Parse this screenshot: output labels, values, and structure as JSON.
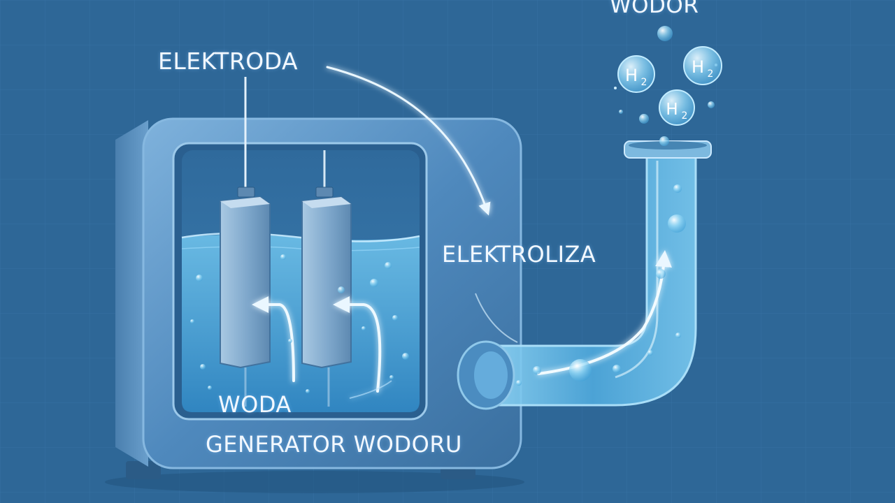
{
  "labels": {
    "electrode": "ELEKTRODA",
    "hydrogen": "WODOR",
    "electrolysis": "ELEKTROLIZA",
    "water": "WODA",
    "generator": "GENERATOR WODORU"
  },
  "molecules": [
    {
      "symbol": "H",
      "subscript": "2"
    },
    {
      "symbol": "H",
      "subscript": "2"
    },
    {
      "symbol": "H",
      "subscript": "2"
    }
  ],
  "colors": {
    "background": "#2e6797",
    "device_body": "#5a92c4",
    "water": "#5fb6e3",
    "tube": "#6fc3ee",
    "glow": "#d8f1ff"
  }
}
